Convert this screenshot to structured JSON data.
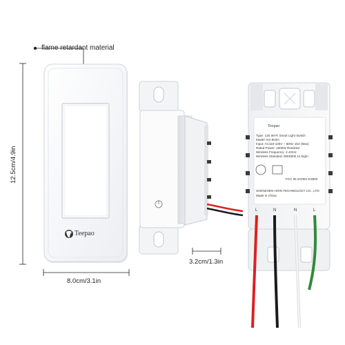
{
  "callout": {
    "text": "flame retardant material"
  },
  "dimensions": {
    "height": "12.5cm/4.9in",
    "width": "8.0cm/3.1in",
    "depth": "3.2cm/1.3in"
  },
  "brand": {
    "name": "Teepao"
  },
  "back_label": {
    "brand": "Teepao",
    "lines": [
      "Type: 120 Wi-Fi Smart Light Switch",
      "Model: KS-602H",
      "Input: AC110-125V ~ 60Hz   15A (Max)",
      "Rated Power: 1600W   Resistive",
      "Wireless Frequency: 2.4GHz",
      "Wireless Standard: IEEE802.11 b/g/n",
      "FCC ID:2AFBX-KS602",
      "SHENZHEN HOIN TECHNOLOGY CO., LTD",
      "Made in China"
    ],
    "terminals": [
      "L",
      "N",
      "N",
      "L"
    ]
  },
  "colors": {
    "plate": "#f7f7f8",
    "plate_edge": "#d9dbe0",
    "window": "#ffffff",
    "wire_red": "#d8231e",
    "wire_black": "#1a1a1a",
    "wire_white": "#e9e9e9",
    "wire_green": "#2f8a3a",
    "dim_line": "#222222"
  }
}
